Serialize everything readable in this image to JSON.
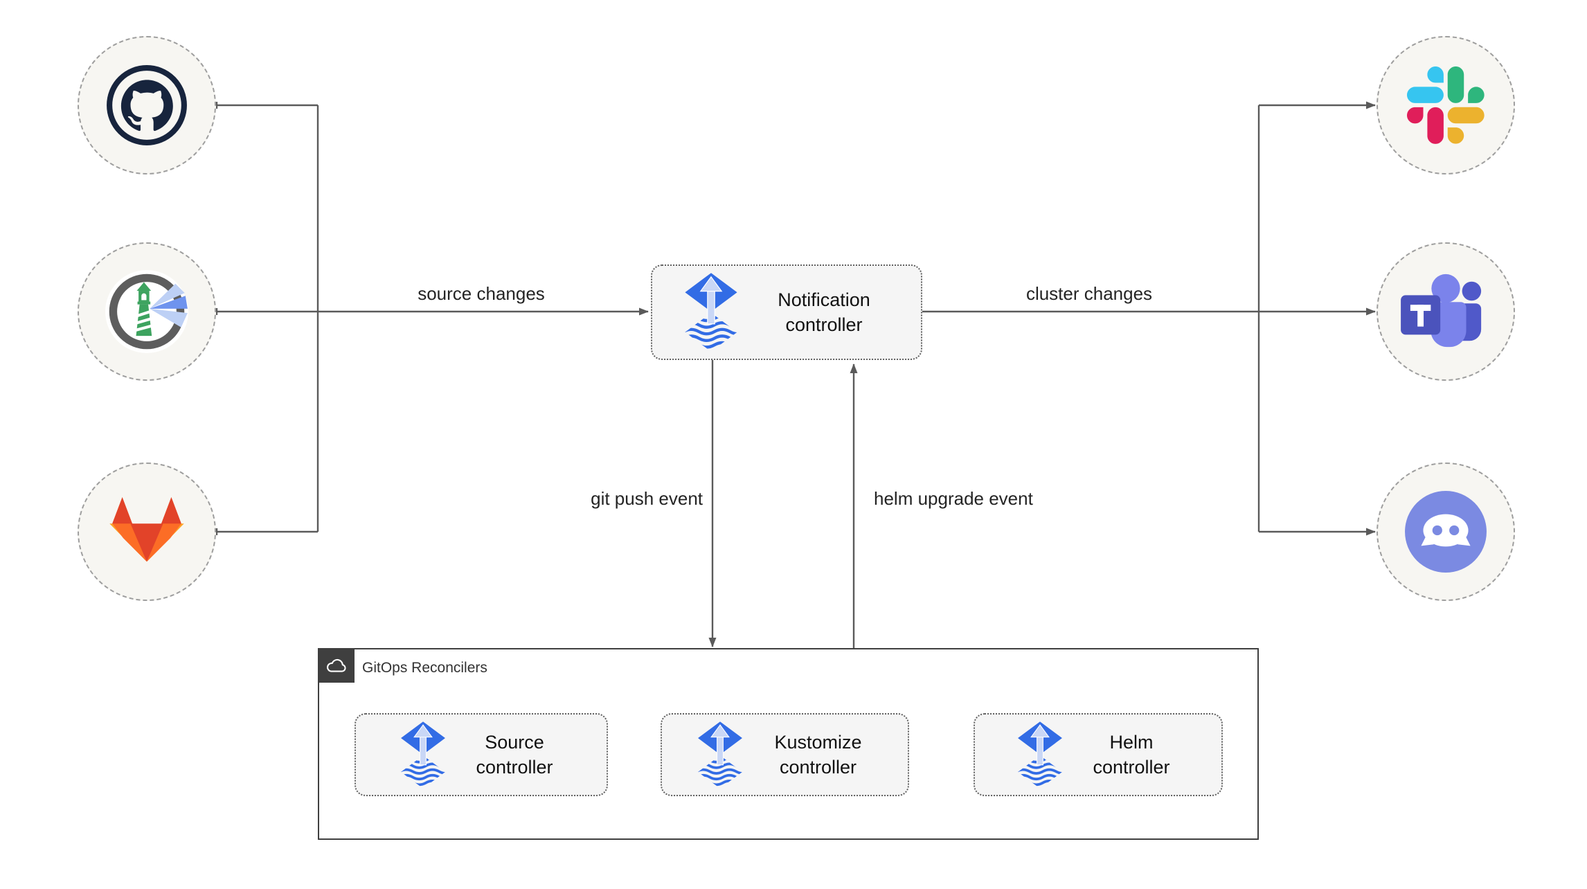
{
  "nodes": {
    "notification": {
      "label": "Notification controller",
      "icon": "flux-icon"
    },
    "source": {
      "label": "Source controller",
      "icon": "flux-icon"
    },
    "kustomize": {
      "label": "Kustomize controller",
      "icon": "flux-icon"
    },
    "helm": {
      "label": "Helm controller",
      "icon": "flux-icon"
    }
  },
  "container": {
    "label": "GitOps Reconcilers",
    "icon": "cloud-icon"
  },
  "edges": {
    "source_changes": "source changes",
    "cluster_changes": "cluster changes",
    "git_push_event": "git push event",
    "helm_upgrade_event": "helm upgrade event"
  },
  "sources": {
    "icons": [
      "github-icon",
      "harbor-icon",
      "gitlab-icon"
    ]
  },
  "notifiers": {
    "icons": [
      "slack-icon",
      "msteams-icon",
      "discord-icon"
    ]
  },
  "colors": {
    "flux_blue": "#326ce5",
    "flux_arrow": "#c9d7f6",
    "line": "#5a5a5a",
    "node_fill": "#f5f5f5",
    "node_border": "#606060",
    "circle_fill": "#f7f6f2",
    "circle_border": "#9e9e9e",
    "container_border": "#3f3f3f",
    "github": "#17243d",
    "gitlab_red": "#E24329",
    "gitlab_orange": "#FC6D26",
    "gitlab_light": "#FCA326",
    "harbor_ring": "#5d5d5d",
    "harbor_green": "#3da35f",
    "harbor_beam_light": "#bdd0f5",
    "harbor_beam_mid": "#6e93ee",
    "slack_blue": "#36C5F0",
    "slack_green": "#2EB67D",
    "slack_yellow": "#ECB22E",
    "slack_red": "#E01E5A",
    "teams_square": "#4b53bc",
    "teams_light": "#7b83eb",
    "teams_dark": "#5059c9",
    "discord_blurple": "#7b8ae2"
  }
}
